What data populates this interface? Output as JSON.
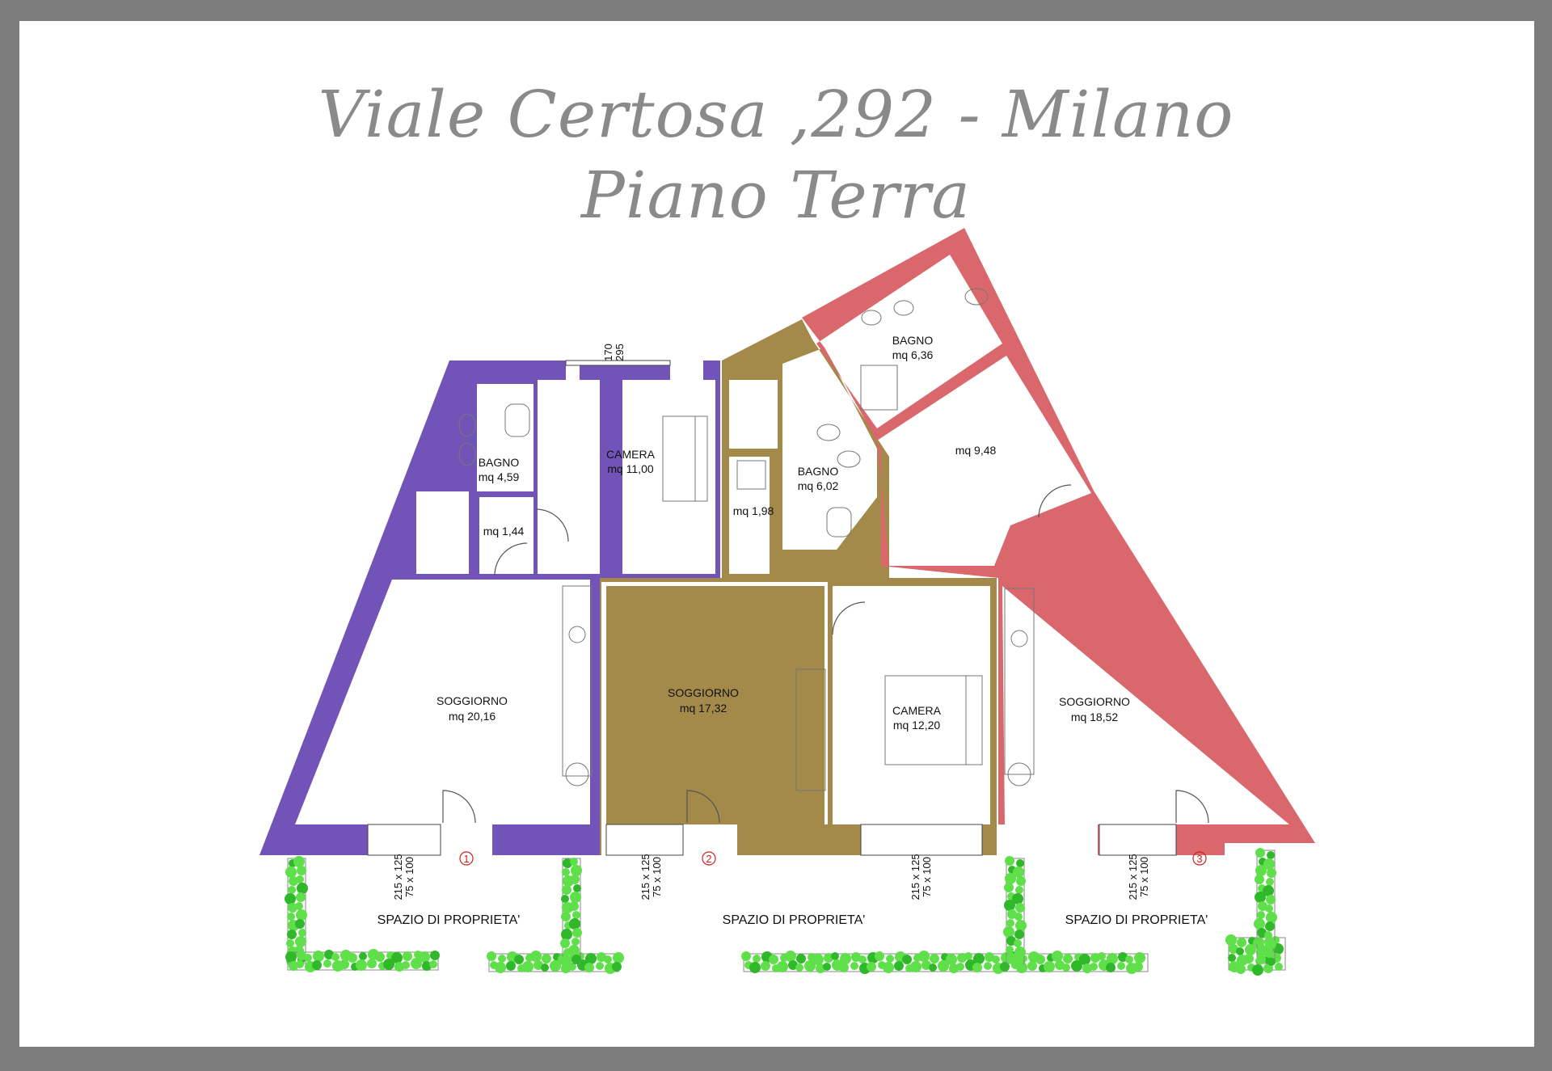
{
  "header": {
    "title_line1": "Viale Certosa ,292 - Milano",
    "title_line2": "Piano Terra"
  },
  "colors": {
    "frame": "#7d7d7d",
    "unit_1_wall": "#7253b8",
    "unit_2_wall": "#a3894a",
    "unit_3_wall": "#d9676b",
    "garden": "#5fe04a",
    "title": "#8a8a8a"
  },
  "rooms": {
    "u1_bagno": {
      "name": "BAGNO",
      "area": "mq 4,59"
    },
    "u1_camera": {
      "name": "CAMERA",
      "area": "mq 11,00"
    },
    "u1_disimpegno": {
      "area": "mq 1,44"
    },
    "u1_soggiorno": {
      "name": "SOGGIORNO",
      "area": "mq 20,16"
    },
    "u2_ripostiglio": {
      "area": "mq 1,98"
    },
    "u2_bagno": {
      "name": "BAGNO",
      "area": "mq 6,02"
    },
    "u2_soggiorno": {
      "name": "SOGGIORNO",
      "area": "mq 17,32"
    },
    "u2_camera": {
      "name": "CAMERA",
      "area": "mq 12,20"
    },
    "u3_bagno": {
      "name": "BAGNO",
      "area": "mq 6,36"
    },
    "u3_camera": {
      "area": "mq 9,48"
    },
    "u3_soggiorno": {
      "name": "SOGGIORNO",
      "area": "mq 18,52"
    }
  },
  "dimensions": {
    "window_top_a": "170",
    "window_top_b": "295",
    "door_a": "215 x 125",
    "door_b": "75 x 100"
  },
  "units": [
    "1",
    "2",
    "3"
  ],
  "outdoor": {
    "label": "SPAZIO DI PROPRIETA'"
  }
}
